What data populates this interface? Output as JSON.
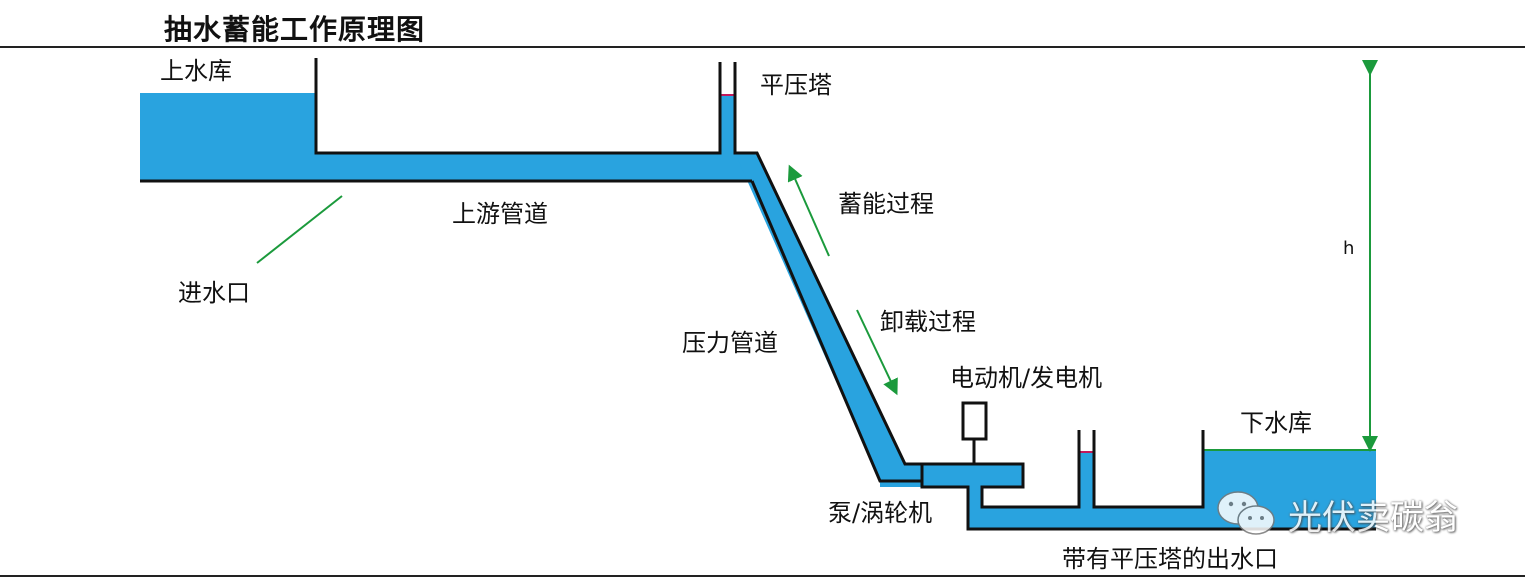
{
  "title": "抽水蓄能工作原理图",
  "labels": {
    "upper_reservoir": "上水库",
    "surge_tower": "平压塔",
    "upstream_pipe": "上游管道",
    "intake": "进水口",
    "storage_process": "蓄能过程",
    "unload_process": "卸载过程",
    "penstock": "压力管道",
    "motor_generator": "电动机/发电机",
    "lower_reservoir": "下水库",
    "pump_turbine": "泵/涡轮机",
    "outlet": "带有平压塔的出水口",
    "height": "h"
  },
  "watermark": "光伏卖碳翁",
  "colors": {
    "water": "#29a3df",
    "wall": "#111111",
    "arrow": "#1b9a3c",
    "surface_mark": "#c2185b"
  }
}
